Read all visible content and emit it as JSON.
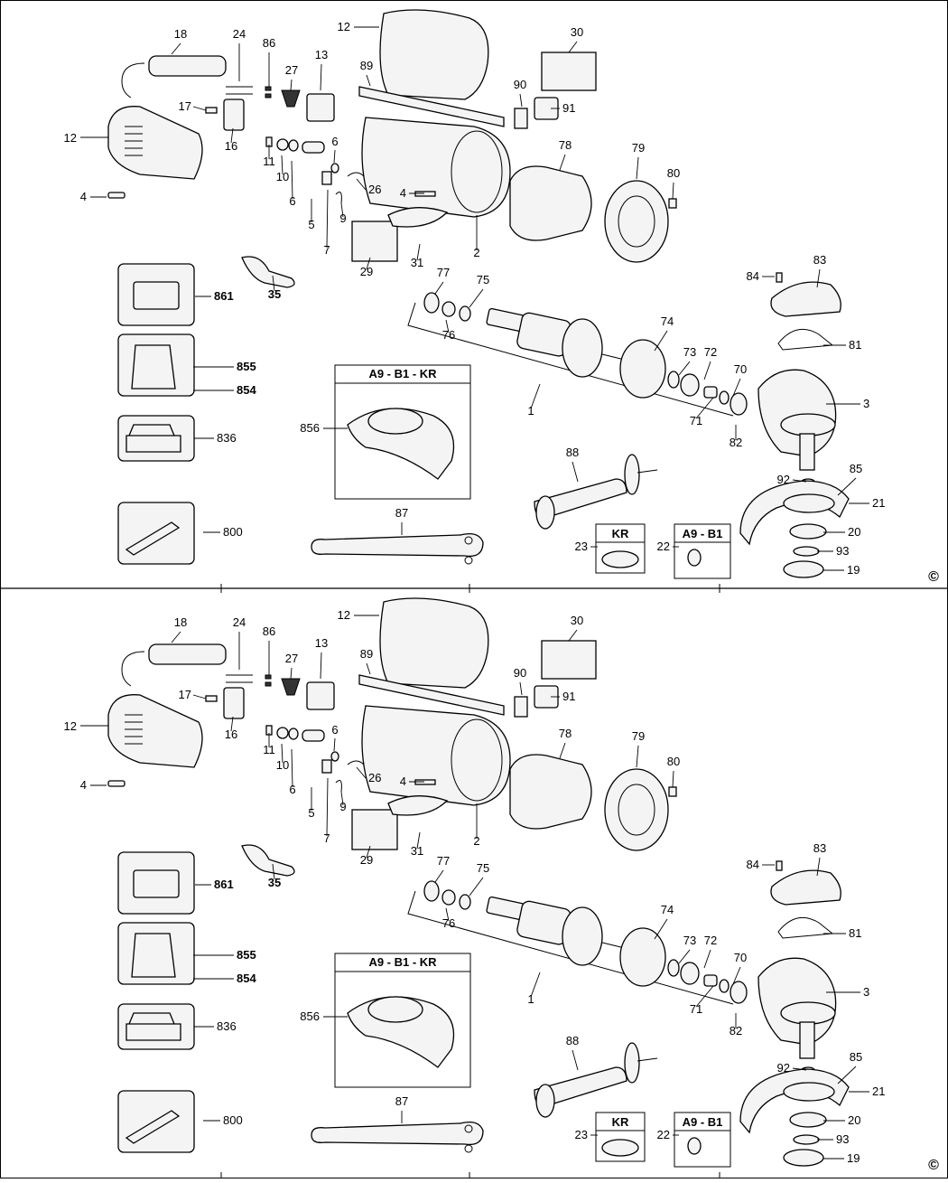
{
  "panels": [
    {
      "labels": {
        "p1": "1",
        "p2": "2",
        "p3": "3",
        "p4a": "4",
        "p4b": "4",
        "p5": "5",
        "p6a": "6",
        "p6b": "6",
        "p7": "7",
        "p9": "9",
        "p10": "10",
        "p11": "11",
        "p12a": "12",
        "p12b": "12",
        "p13": "13",
        "p16": "16",
        "p17": "17",
        "p18": "18",
        "p19": "19",
        "p20": "20",
        "p21": "21",
        "p22": "22",
        "p23": "23",
        "p24": "24",
        "p26": "26",
        "p27": "27",
        "p29": "29",
        "p30": "30",
        "p31": "31",
        "p35": "35",
        "p70": "70",
        "p71": "71",
        "p72": "72",
        "p73": "73",
        "p74": "74",
        "p75": "75",
        "p76": "76",
        "p77": "77",
        "p78": "78",
        "p79": "79",
        "p80": "80",
        "p81": "81",
        "p82": "82",
        "p83": "83",
        "p84": "84",
        "p85": "85",
        "p86": "86",
        "p87": "87",
        "p88": "88",
        "p89": "89",
        "p90": "90",
        "p91": "91",
        "p92": "92",
        "p93": "93",
        "p800": "800",
        "p836": "836",
        "p854": "854",
        "p855": "855",
        "p856": "856",
        "p861": "861"
      },
      "boxes": {
        "guard_box": "A9 - B1 - KR",
        "kr_box": "KR",
        "a9b1_box": "A9 - B1"
      },
      "copyright": "©"
    },
    {
      "labels": {
        "p1": "1",
        "p2": "2",
        "p3": "3",
        "p4a": "4",
        "p4b": "4",
        "p5": "5",
        "p6a": "6",
        "p6b": "6",
        "p7": "7",
        "p9": "9",
        "p10": "10",
        "p11": "11",
        "p12a": "12",
        "p12b": "12",
        "p13": "13",
        "p16": "16",
        "p17": "17",
        "p18": "18",
        "p19": "19",
        "p20": "20",
        "p21": "21",
        "p22": "22",
        "p23": "23",
        "p24": "24",
        "p26": "26",
        "p27": "27",
        "p29": "29",
        "p30": "30",
        "p31": "31",
        "p35": "35",
        "p70": "70",
        "p71": "71",
        "p72": "72",
        "p73": "73",
        "p74": "74",
        "p75": "75",
        "p76": "76",
        "p77": "77",
        "p78": "78",
        "p79": "79",
        "p80": "80",
        "p81": "81",
        "p82": "82",
        "p83": "83",
        "p84": "84",
        "p85": "85",
        "p86": "86",
        "p87": "87",
        "p88": "88",
        "p89": "89",
        "p90": "90",
        "p91": "91",
        "p92": "92",
        "p93": "93",
        "p800": "800",
        "p836": "836",
        "p854": "854",
        "p855": "855",
        "p856": "856",
        "p861": "861"
      },
      "boxes": {
        "guard_box": "A9 - B1 - KR",
        "kr_box": "KR",
        "a9b1_box": "A9 - B1"
      },
      "copyright": "©"
    }
  ]
}
